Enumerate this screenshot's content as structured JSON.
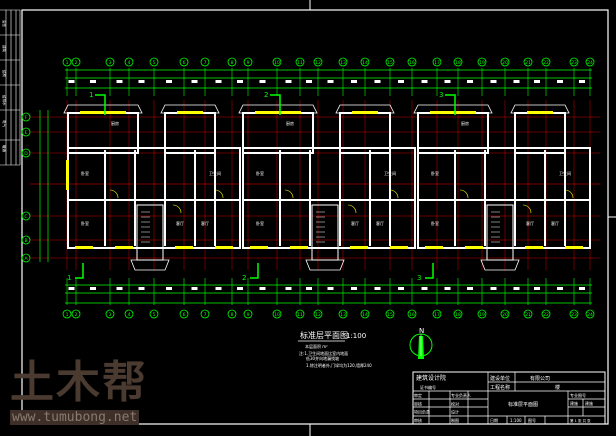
{
  "drawing": {
    "title": "标准层平面图",
    "scale": "1:100",
    "subtitle": "本层面积 m²",
    "notes": [
      "注:1.卫生间地面比室内地面",
      "低30并向地漏找坡",
      "1.除注明者外,门垛均为120,墙厚240"
    ],
    "north_label": "N"
  },
  "axes": {
    "top": [
      "1",
      "2",
      "3",
      "4",
      "5",
      "6",
      "7",
      "8",
      "9",
      "10",
      "11",
      "12",
      "13",
      "14",
      "15",
      "16",
      "17",
      "18",
      "19",
      "20",
      "21",
      "22",
      "23",
      "24"
    ],
    "left": [
      "F",
      "E",
      "D",
      "C",
      "B",
      "A"
    ]
  },
  "section_marks": [
    "1",
    "2",
    "3",
    "1",
    "2",
    "3"
  ],
  "room_labels": [
    "卧室",
    "客厅",
    "厨房",
    "卫生间",
    "卧室",
    "客厅"
  ],
  "title_block": {
    "institute": "建筑设计院",
    "cert_label": "证书编号",
    "client_label": "建设单位",
    "client": "有限公司",
    "project_label": "工程名称",
    "project": "楼",
    "staff": [
      [
        "审定",
        "专业负责人"
      ],
      [
        "审核",
        "校对"
      ],
      [
        "项目负责",
        "设计"
      ],
      [
        "审核",
        "制图"
      ]
    ],
    "sheet_name": "标准层平面图",
    "date_label": "日期",
    "scale": "1:100",
    "sheet_no_label": "图号",
    "drawing_code_label": "专业图号",
    "discipline_label": "建施",
    "sheet_code": "建施",
    "page": "第 1 张 共 张"
  },
  "left_strip": [
    "会签",
    "建筑",
    "结构",
    "给排水",
    "电气",
    "暖通"
  ],
  "watermark": {
    "logo": "土木帮",
    "url": "www.tumubong.net"
  },
  "colors": {
    "wall": "#ffffff",
    "axis": "#00ff00",
    "grid": "#ff0000",
    "window": "#ffff00",
    "text": "#ffffff"
  }
}
